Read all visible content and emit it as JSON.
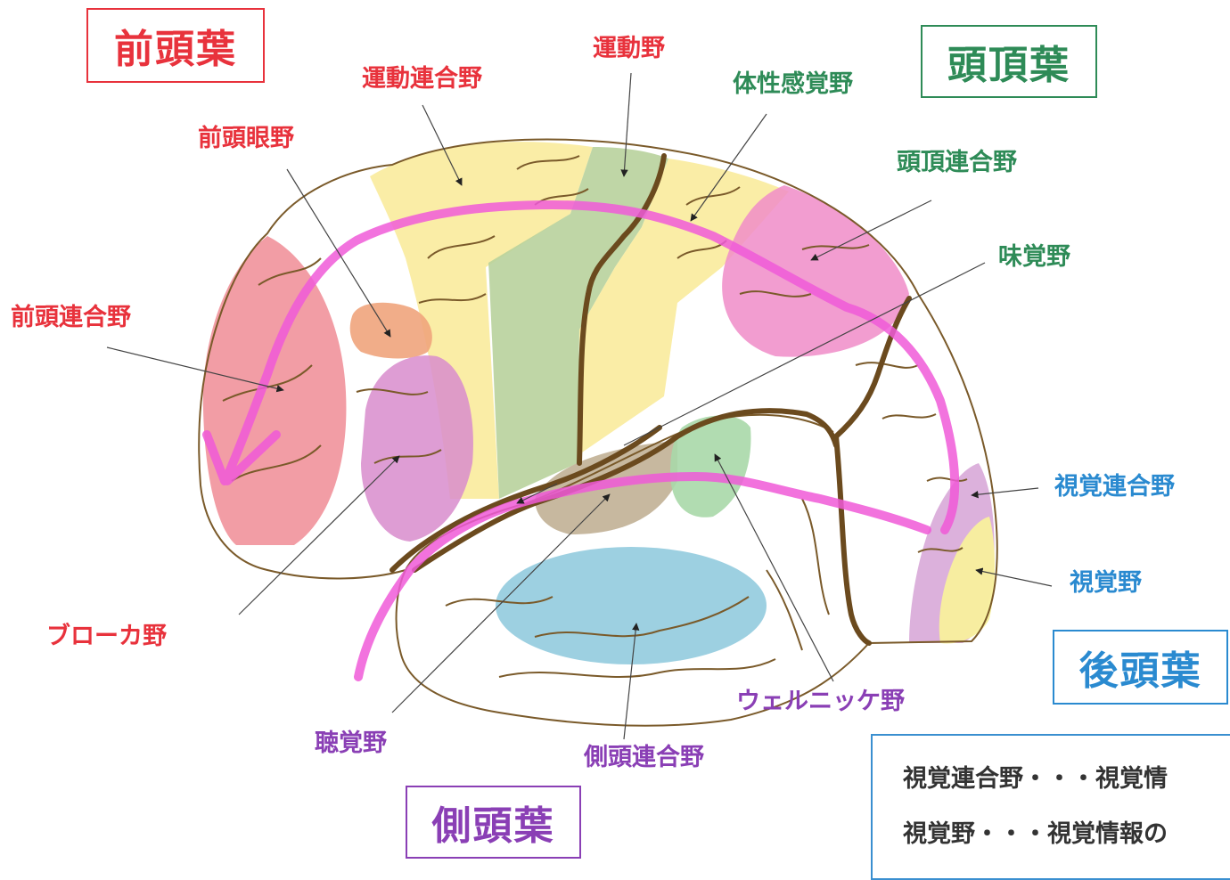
{
  "colors": {
    "frontal": "#e8323c",
    "parietal": "#2e8b57",
    "occipital": "#2a8ad0",
    "temporal": "#8a3fb5",
    "pathway": "#f05ad8",
    "sulcus": "#6b4a1e",
    "outline": "#7a5a2a"
  },
  "lobes": {
    "frontal": "前頭葉",
    "parietal": "頭頂葉",
    "occipital": "後頭葉",
    "temporal": "側頭葉"
  },
  "labels": {
    "motor_association": "運動連合野",
    "motor": "運動野",
    "somatosensory": "体性感覚野",
    "frontal_eye_field": "前頭眼野",
    "parietal_association": "頭頂連合野",
    "gustatory": "味覚野",
    "prefrontal_association": "前頭連合野",
    "visual_association": "視覚連合野",
    "visual": "視覚野",
    "broca": "ブローカ野",
    "wernicke": "ウェルニッケ野",
    "auditory": "聴覚野",
    "temporal_association": "側頭連合野"
  },
  "legend": {
    "row1": "視覚連合野・・・視覚情",
    "row2": "視覚野・・・視覚情報の"
  }
}
